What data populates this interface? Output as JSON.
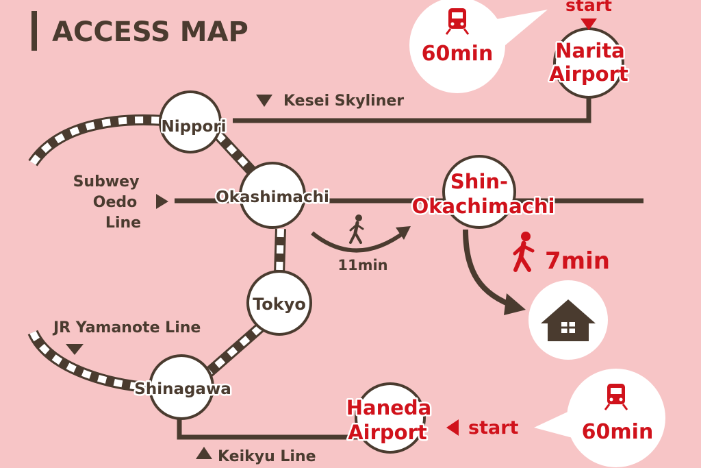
{
  "title": "ACCESS MAP",
  "stations": {
    "nippori": "Nippori",
    "okashimachi": "Okashimachi",
    "tokyo": "Tokyo",
    "shinagawa": "Shinagawa",
    "shin_okachimachi_1": "Shin-",
    "shin_okachimachi_2": "Okachimachi",
    "narita_1": "Narita",
    "narita_2": "Airport",
    "haneda_1": "Haneda",
    "haneda_2": "Airport"
  },
  "lines": {
    "kesei": "Kesei Skyliner",
    "oedo_1": "Subwey",
    "oedo_2": "Oedo",
    "oedo_3": "Line",
    "yamanote": "JR Yamanote Line",
    "keikyu": "Keikyu Line"
  },
  "labels": {
    "start_narita": "start",
    "start_haneda": "start",
    "narita_time": "60min",
    "haneda_time": "60min",
    "walk_transfer": "11min",
    "walk_home": "7min"
  },
  "colors": {
    "background": "#f7c5c6",
    "dark": "#4a3b2f",
    "accent": "#d0121b",
    "circle": "#ffffff"
  },
  "icons": {
    "train": "train-icon",
    "walker": "walking-person-icon",
    "home": "house-icon"
  }
}
